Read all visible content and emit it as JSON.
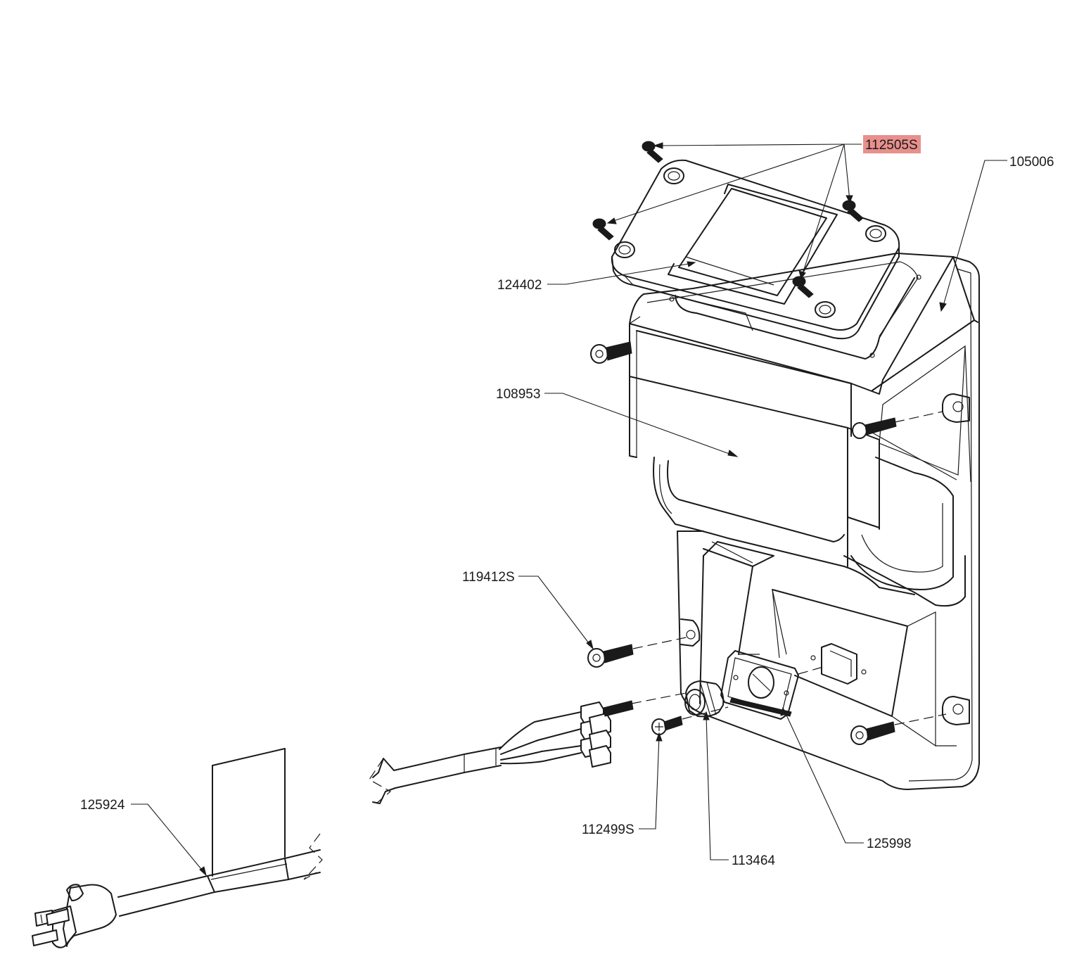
{
  "callouts": [
    {
      "id": "112505S",
      "label": "112505S",
      "highlighted": true
    },
    {
      "id": "105006",
      "label": "105006",
      "highlighted": false
    },
    {
      "id": "124402",
      "label": "124402",
      "highlighted": false
    },
    {
      "id": "108953",
      "label": "108953",
      "highlighted": false
    },
    {
      "id": "119412S",
      "label": "119412S",
      "highlighted": false
    },
    {
      "id": "125924",
      "label": "125924",
      "highlighted": false
    },
    {
      "id": "112499S",
      "label": "112499S",
      "highlighted": false
    },
    {
      "id": "113464",
      "label": "113464",
      "highlighted": false
    },
    {
      "id": "125998",
      "label": "125998",
      "highlighted": false
    }
  ],
  "colors": {
    "highlight": "#e8908c",
    "line": "#1a1a1a",
    "background": "#ffffff"
  }
}
